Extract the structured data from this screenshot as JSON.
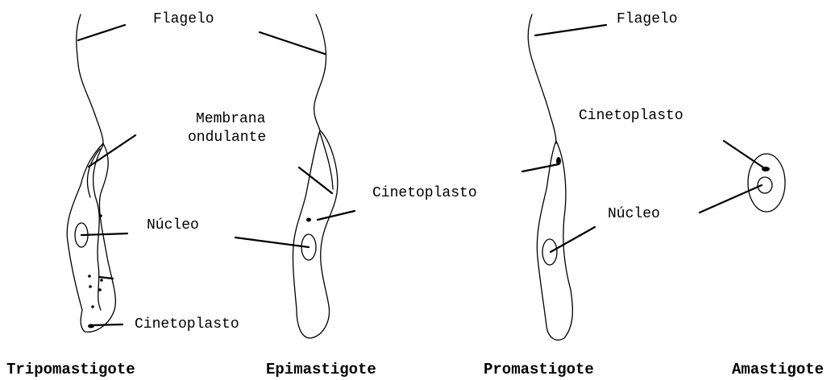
{
  "labels": {
    "tripo_flagelo": "Flagelo",
    "tripo_membrana_1": "Membrana",
    "tripo_membrana_2": "ondulante",
    "tripo_nucleo": "Núcleo",
    "tripo_cinetoplasto": "Cinetoplasto",
    "epi_cinetoplasto": "Cinetoplasto",
    "pro_flagelo": "Flagelo",
    "pro_cinetoplasto": "Cinetoplasto",
    "pro_nucleo": "Núcleo"
  },
  "captions": {
    "tripomastigote": "Tripomastigote",
    "epimastigote": "Epimastigote",
    "promastigote": "Promastigote",
    "amastigote": "Amastigote"
  }
}
